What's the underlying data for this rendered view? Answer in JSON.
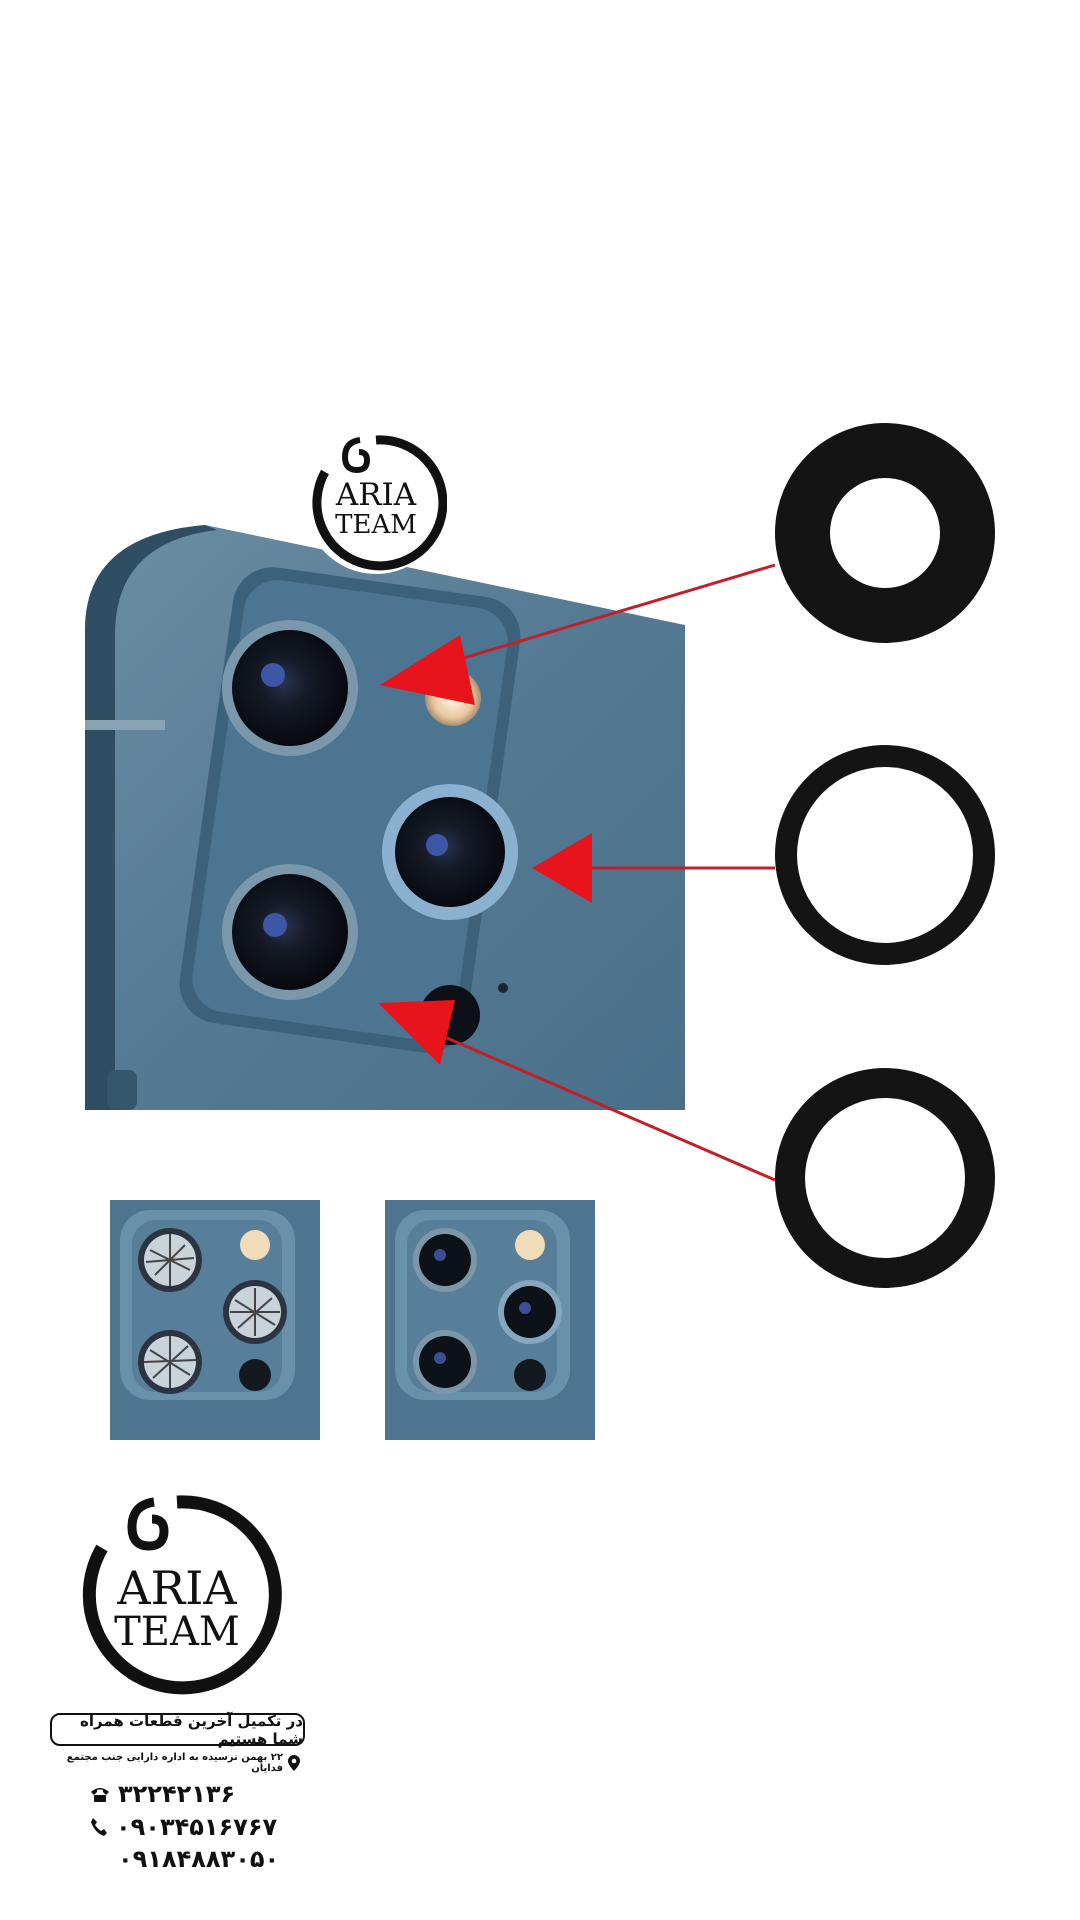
{
  "brand": {
    "line1": "ARIA",
    "line2": "TEAM"
  },
  "contact": {
    "slogan": "در تکمیل آخرین قطعات همراه شما هستیم",
    "address": "۲۲ بهمن نرسیده به اداره دارایی جنب مجتمع فدایان",
    "landline": "۳۲۲۴۲۱۳۶",
    "mobile1": "۰۹۰۳۴۵۱۶۷۶۷",
    "mobile2": "۰۹۱۸۴۸۸۳۰۵۰"
  },
  "colors": {
    "arrow": "#e8141b",
    "arrow_line": "#c02029",
    "ring": "#141414",
    "phone_body": "#4a6d86"
  },
  "icons": [
    "location-pin-icon",
    "telephone-icon",
    "mobile-phone-icon",
    "spiral-logo-icon"
  ]
}
